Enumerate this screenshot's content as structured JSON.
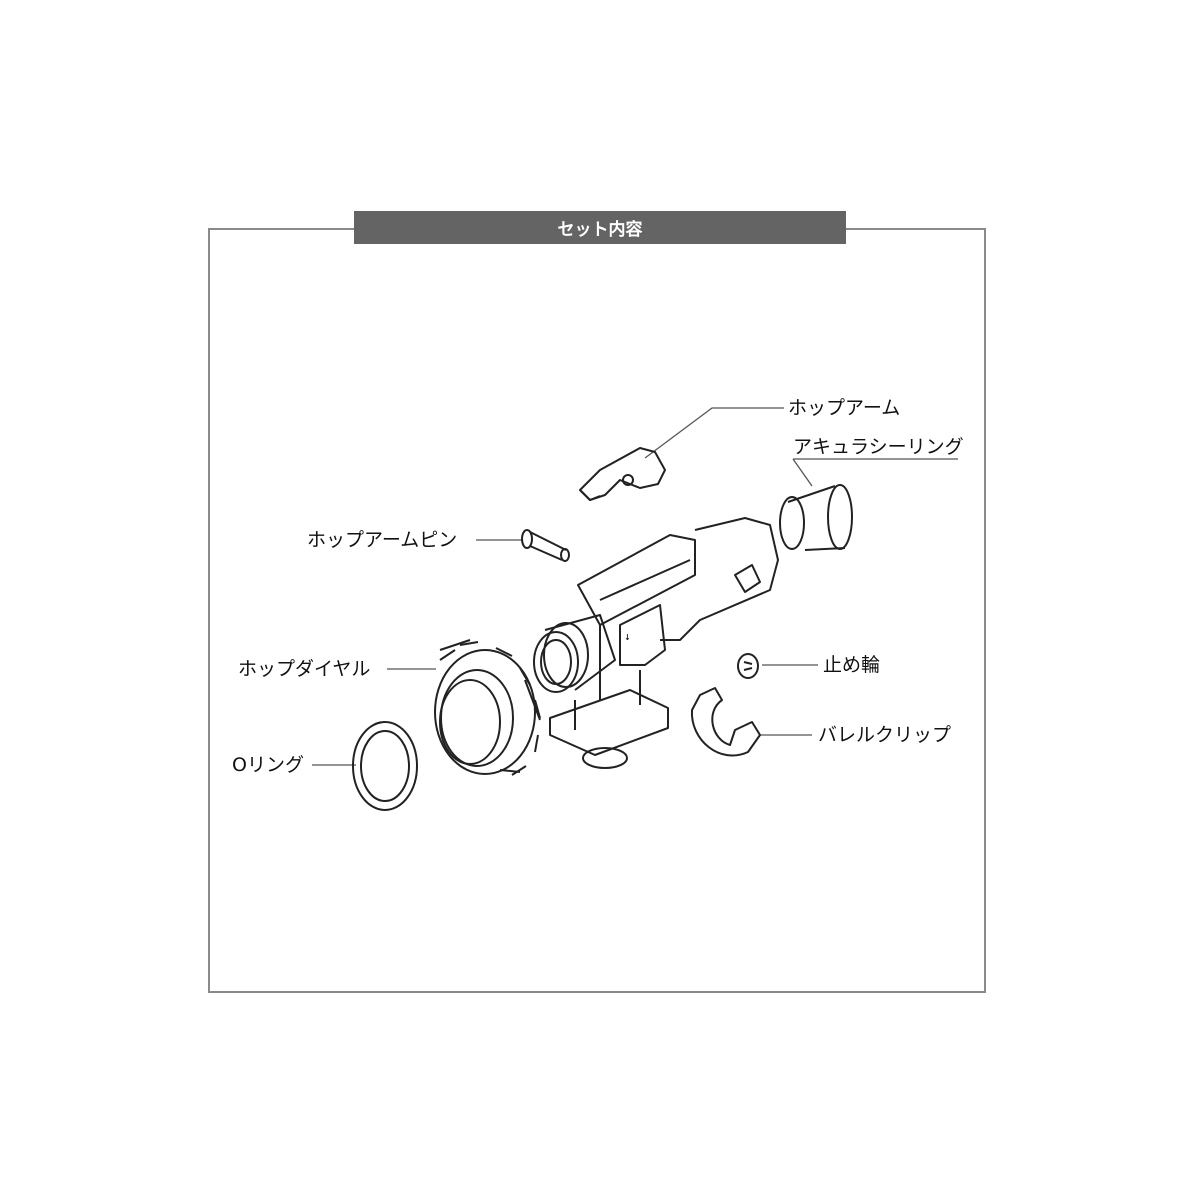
{
  "header": {
    "title": "セット内容"
  },
  "parts": {
    "hop_arm": "ホップアーム",
    "accuracy_ring": "アキュラシーリング",
    "hop_arm_pin": "ホップアームピン",
    "hop_dial": "ホップダイヤル",
    "o_ring": "Oリング",
    "retaining_ring": "止め輪",
    "barrel_clip": "バレルクリップ"
  }
}
